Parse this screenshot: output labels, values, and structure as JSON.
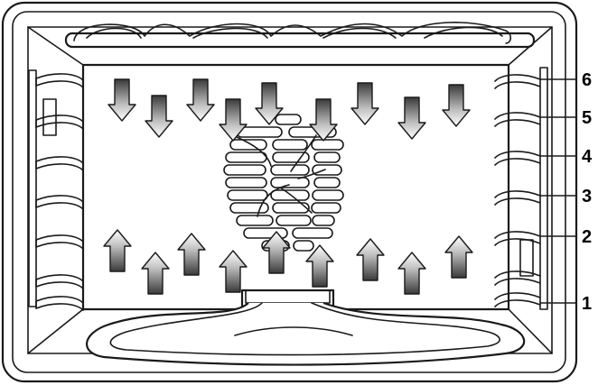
{
  "diagram": {
    "shelf_levels": [
      {
        "label": "6"
      },
      {
        "label": "5"
      },
      {
        "label": "4"
      },
      {
        "label": "3"
      },
      {
        "label": "2"
      },
      {
        "label": "1"
      }
    ],
    "airflow": {
      "down_arrows": 9,
      "up_arrows": 9
    },
    "icons": [
      "oven-cavity",
      "convection-fan",
      "grill-element",
      "bottom-heating-element",
      "shelf-rail"
    ]
  }
}
